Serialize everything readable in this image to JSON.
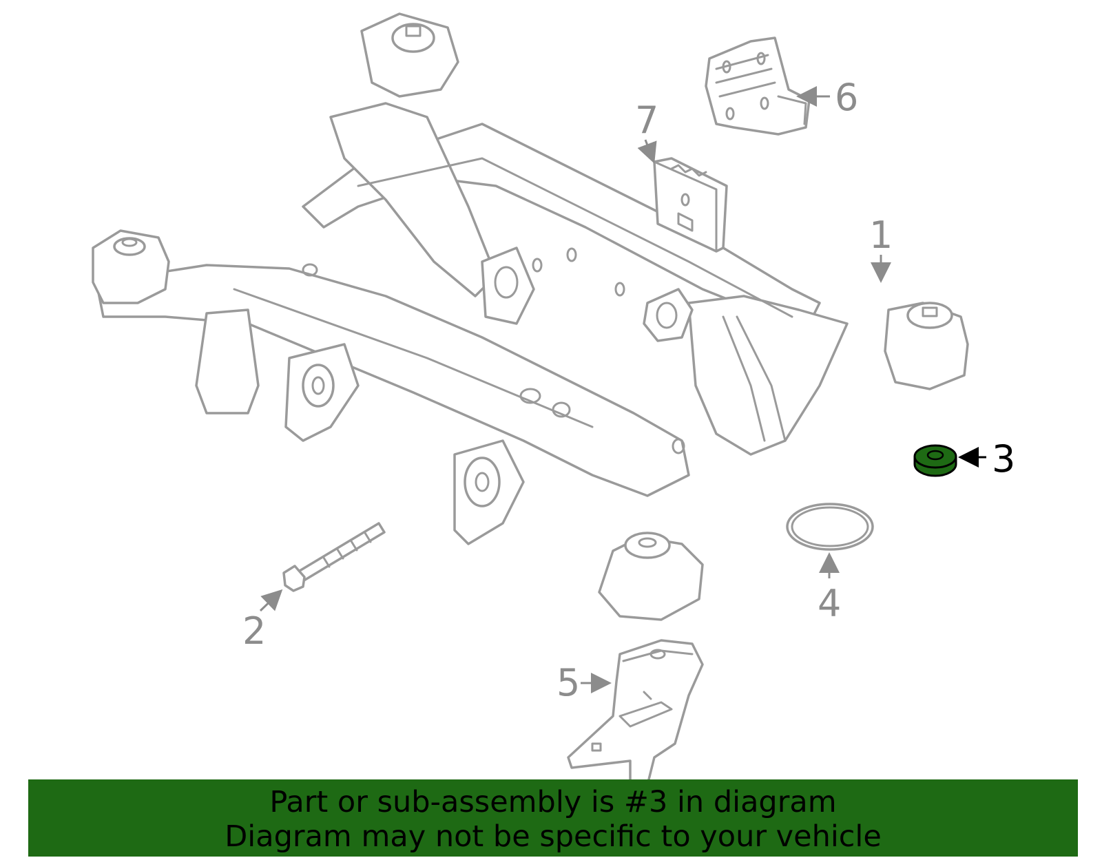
{
  "diagram": {
    "callouts": [
      {
        "number": "1"
      },
      {
        "number": "2"
      },
      {
        "number": "3"
      },
      {
        "number": "4"
      },
      {
        "number": "5"
      },
      {
        "number": "6"
      },
      {
        "number": "7"
      }
    ],
    "highlighted_part": "3",
    "colors": {
      "highlight": "#1e6a14",
      "line": "#9a9a9a",
      "callout_text": "#8c8c8c"
    }
  },
  "banner": {
    "line1": "Part or sub-assembly is #3 in diagram",
    "line2": "Diagram may not be specific to your vehicle",
    "background": "#1e6a14"
  }
}
